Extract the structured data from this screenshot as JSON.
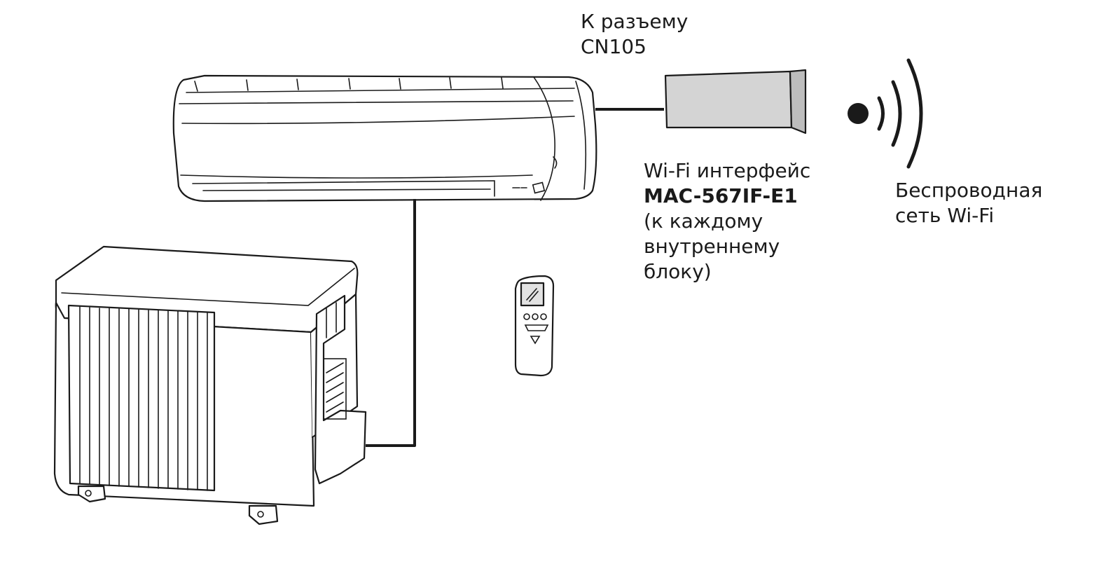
{
  "labels": {
    "connector": [
      "К разъему",
      "CN105"
    ],
    "interface_line1": "Wi-Fi интерфейс",
    "interface_model": "MAC-567IF-E1",
    "interface_note": [
      "(к каждому",
      "внутреннему",
      "блоку)"
    ],
    "wireless": [
      "Беспроводная",
      "сеть Wi-Fi"
    ]
  },
  "colors": {
    "line": "#1a1a1a",
    "module_fill": "#d4d4d4",
    "module_side": "#bdbdbd",
    "screen_fill": "#e2e2e2"
  },
  "icons": {
    "indoor_unit": "wall-mounted-air-conditioner",
    "outdoor_unit": "outdoor-condenser-unit",
    "remote": "remote-control",
    "interface": "wifi-interface-module",
    "signal": "wifi-signal"
  }
}
